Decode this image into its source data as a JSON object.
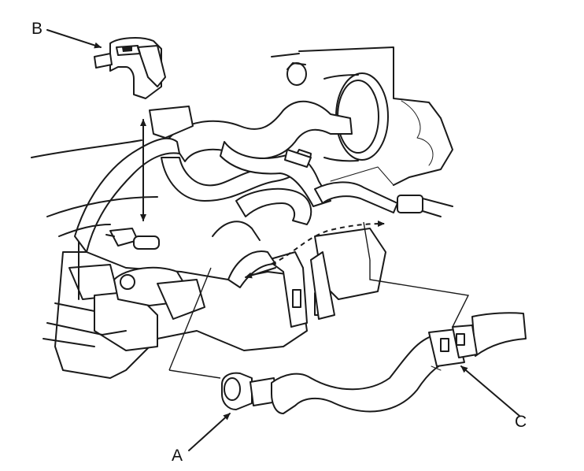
{
  "callouts": {
    "a": "A",
    "b": "B",
    "c": "C"
  },
  "colors": {
    "ink": "#1a1a1a",
    "paper": "#ffffff"
  }
}
